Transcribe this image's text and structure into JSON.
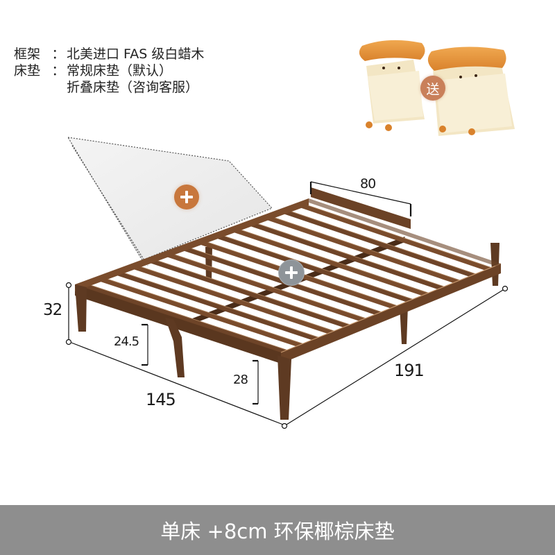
{
  "specs": [
    {
      "key": "框架",
      "values": [
        "北美进口 FAS 级白蜡木"
      ]
    },
    {
      "key": "床垫",
      "values": [
        "常规床垫（默认）",
        "折叠床垫（咨询客服）"
      ]
    }
  ],
  "spec_separator": "：",
  "gift": {
    "badge_label": "送",
    "item": "toast-pillow-pair-icon",
    "badge_color": "#c9805a"
  },
  "hotspots": {
    "mattress": {
      "icon": "plus-icon",
      "color": "#c8773c"
    },
    "frame": {
      "icon": "plus-icon",
      "color": "#8e9499"
    }
  },
  "dimensions": {
    "head_board_width": "80",
    "bed_height": "32",
    "under_bed_clearance_side": "24.5",
    "under_bed_clearance_foot": "28",
    "width": "145",
    "length": "191"
  },
  "colors": {
    "wood": "#6b4226",
    "wood_light": "#8a5a36",
    "wood_dark": "#4a2c18",
    "footer_bg": "#8e8e8e"
  },
  "footer": {
    "label": "单床 +8cm 环保椰棕床垫"
  }
}
